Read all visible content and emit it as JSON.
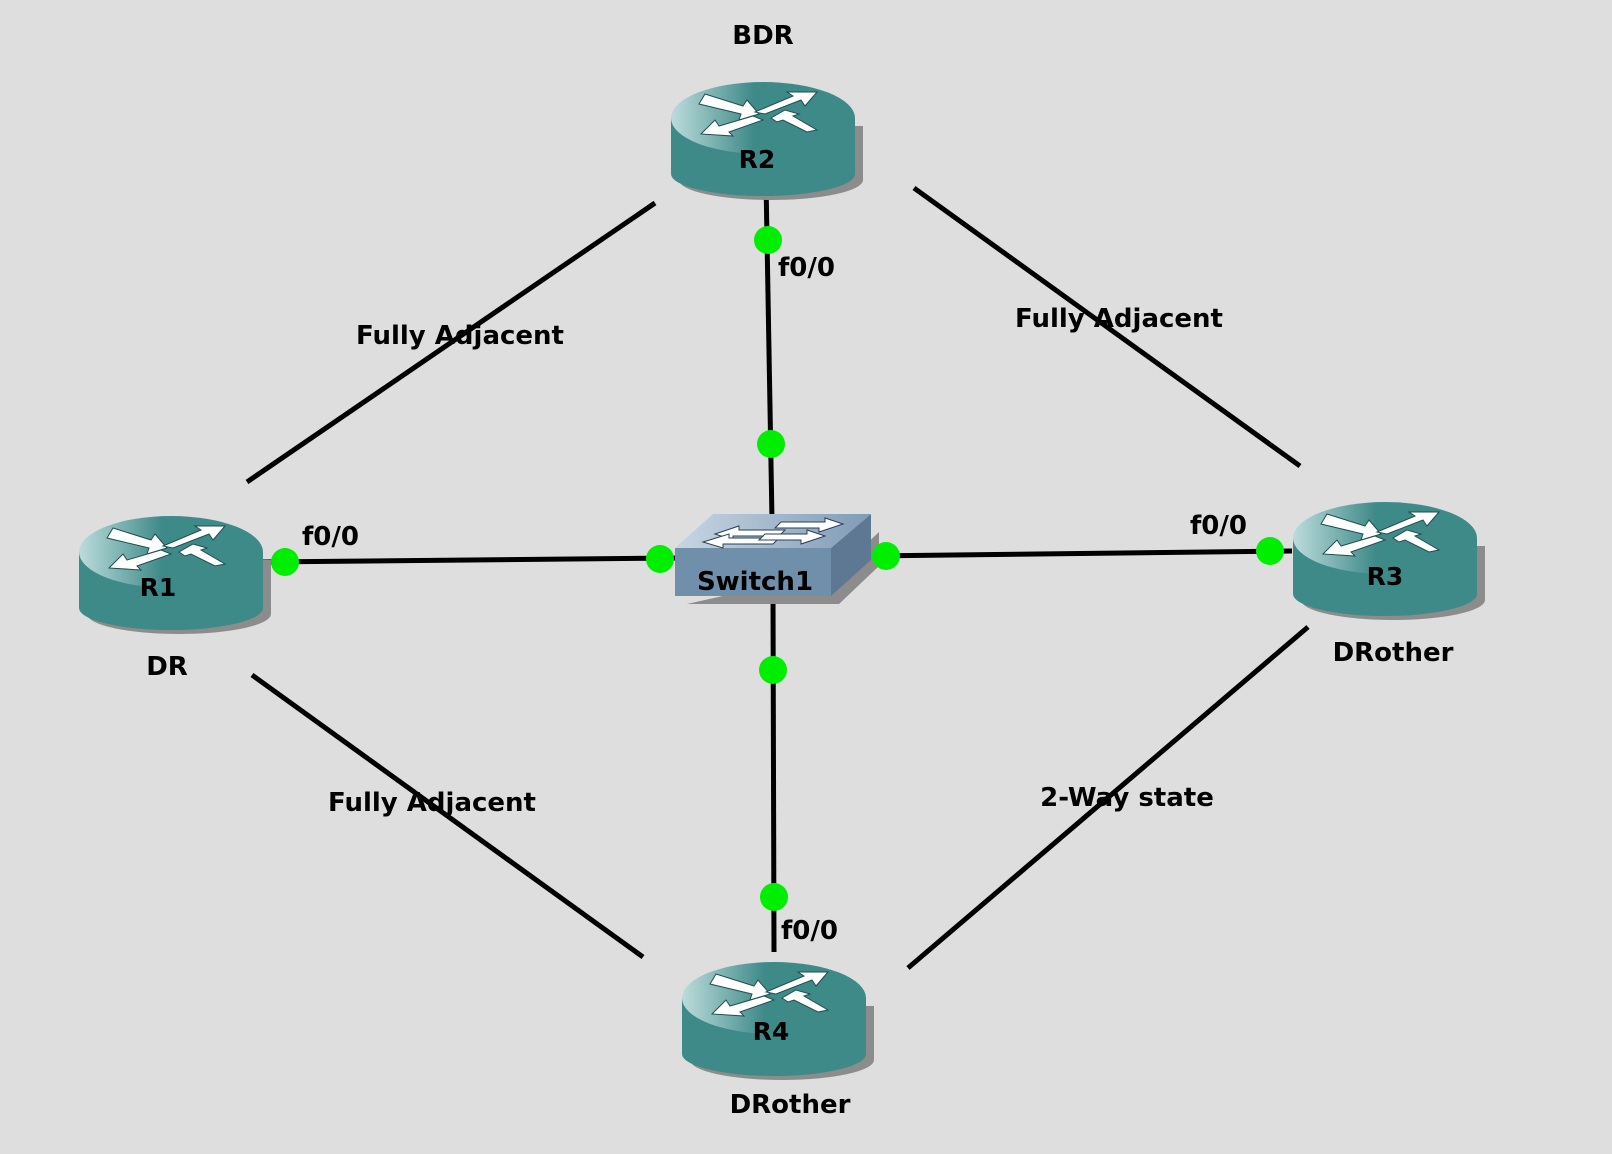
{
  "diagram": {
    "title": "OSPF neighbor states on a broadcast segment",
    "background_color": "#dedede",
    "colors": {
      "router_body": "#3e8a89",
      "router_top_highlight": "#b6d9d8",
      "switch_front": "#6f8fab",
      "switch_top": "#a9bfd4",
      "link": "#000000",
      "port_up": "#00ee00"
    },
    "nodes": [
      {
        "id": "R1",
        "type": "router",
        "name": "R1",
        "role": "DR"
      },
      {
        "id": "R2",
        "type": "router",
        "name": "R2",
        "role": "BDR"
      },
      {
        "id": "R3",
        "type": "router",
        "name": "R3",
        "role": "DRother"
      },
      {
        "id": "R4",
        "type": "router",
        "name": "R4",
        "role": "DRother"
      },
      {
        "id": "SW1",
        "type": "switch",
        "name": "Switch1"
      }
    ],
    "physical_links": [
      {
        "from": "R1",
        "from_port": "f0/0",
        "to": "SW1",
        "status": "up"
      },
      {
        "from": "R2",
        "from_port": "f0/0",
        "to": "SW1",
        "status": "up"
      },
      {
        "from": "R3",
        "from_port": "f0/0",
        "to": "SW1",
        "status": "up"
      },
      {
        "from": "R4",
        "from_port": "f0/0",
        "to": "SW1",
        "status": "up"
      }
    ],
    "adjacencies": [
      {
        "a": "R1",
        "b": "R2",
        "state": "Fully Adjacent"
      },
      {
        "a": "R2",
        "b": "R3",
        "state": "Fully Adjacent"
      },
      {
        "a": "R1",
        "b": "R4",
        "state": "Fully Adjacent"
      },
      {
        "a": "R3",
        "b": "R4",
        "state": "2-Way state"
      }
    ],
    "labels": {
      "r1_name": "R1",
      "r1_role": "DR",
      "r1_port": "f0/0",
      "r2_name": "R2",
      "r2_role": "BDR",
      "r2_port": "f0/0",
      "r3_name": "R3",
      "r3_role": "DRother",
      "r3_port": "f0/0",
      "r4_name": "R4",
      "r4_role": "DRother",
      "r4_port": "f0/0",
      "switch_name": "Switch1",
      "adj_r1_r2": "Fully Adjacent",
      "adj_r2_r3": "Fully Adjacent",
      "adj_r1_r4": "Fully Adjacent",
      "adj_r3_r4": "2-Way state"
    }
  }
}
